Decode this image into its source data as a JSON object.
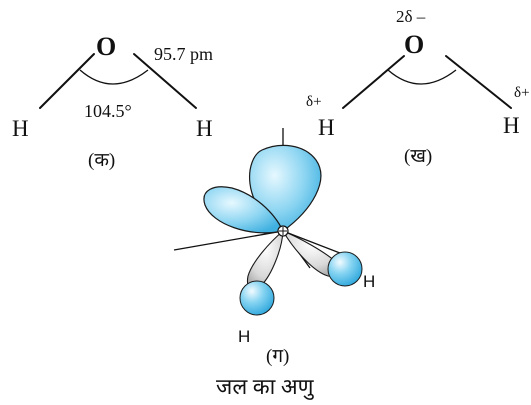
{
  "panel_a": {
    "oxygen": "O",
    "hydrogen_left": "H",
    "hydrogen_right": "H",
    "bond_length": "95.7 pm",
    "bond_angle": "104.5°",
    "caption": "(क)"
  },
  "panel_b": {
    "oxygen": "O",
    "oxygen_charge": "2δ –",
    "hydrogen_left": "H",
    "hydrogen_right": "H",
    "charge_left": "δ+",
    "charge_right": "δ+",
    "caption": "(ख)"
  },
  "panel_c": {
    "hydrogen_1": "H",
    "hydrogen_2": "H",
    "caption": "(ग)"
  },
  "figure_caption": "जल का अणु",
  "colors": {
    "lobe_fill": "#7fd0f0",
    "lobe_highlight": "#dff5ff",
    "lone_pair_fill": "#c9c9c9",
    "sphere_fill": "#5fc3ee"
  }
}
